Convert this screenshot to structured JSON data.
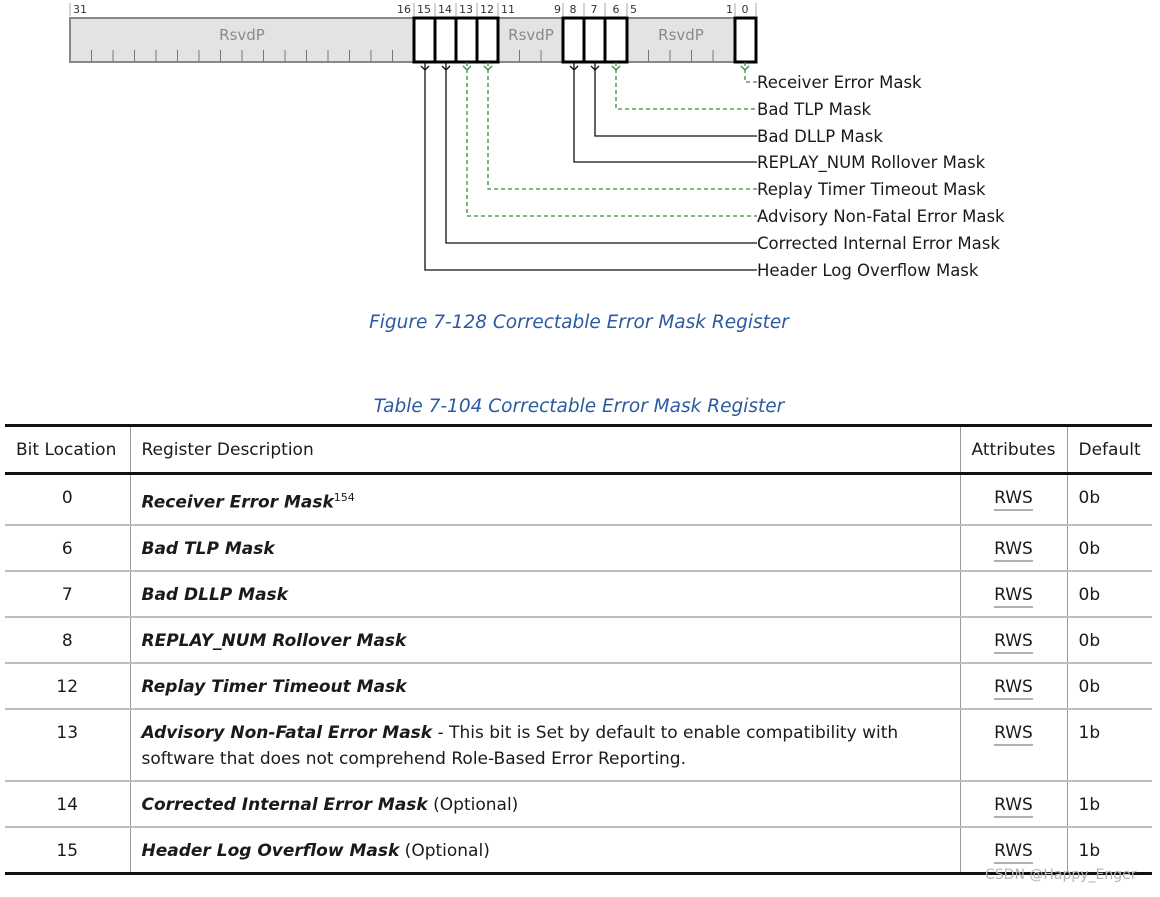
{
  "register": {
    "bit_numbers": [
      "31",
      "16",
      "15",
      "14",
      "13",
      "12",
      "11",
      "9",
      "8",
      "7",
      "6",
      "5",
      "1",
      "0"
    ],
    "reserved_label": "RsvdP",
    "field_labels": [
      "Receiver Error Mask",
      "Bad TLP Mask",
      "Bad DLLP Mask",
      "REPLAY_NUM Rollover Mask",
      "Replay Timer Timeout Mask",
      "Advisory Non-Fatal Error Mask",
      "Corrected Internal Error Mask",
      "Header Log Overflow Mask"
    ]
  },
  "figure_caption": "Figure  7-128  Correctable Error Mask Register",
  "table_caption": "Table  7-104  Correctable Error Mask Register",
  "table": {
    "headers": [
      "Bit Location",
      "Register Description",
      "Attributes",
      "Default"
    ],
    "rows": [
      {
        "bit": "0",
        "name": "Receiver Error Mask",
        "sup": "154",
        "desc": "",
        "attr": "RWS",
        "default": "0b"
      },
      {
        "bit": "6",
        "name": "Bad TLP Mask",
        "sup": "",
        "desc": "",
        "attr": "RWS",
        "default": "0b"
      },
      {
        "bit": "7",
        "name": "Bad DLLP Mask",
        "sup": "",
        "desc": "",
        "attr": "RWS",
        "default": "0b"
      },
      {
        "bit": "8",
        "name": "REPLAY_NUM Rollover Mask",
        "sup": "",
        "desc": "",
        "attr": "RWS",
        "default": "0b"
      },
      {
        "bit": "12",
        "name": "Replay Timer Timeout Mask",
        "sup": "",
        "desc": "",
        "attr": "RWS",
        "default": "0b"
      },
      {
        "bit": "13",
        "name": "Advisory Non-Fatal Error Mask",
        "sup": "",
        "desc": " - This bit is Set by default to enable compatibility with software that does not comprehend Role-Based Error Reporting.",
        "attr": "RWS",
        "default": "1b"
      },
      {
        "bit": "14",
        "name": "Corrected Internal Error Mask",
        "sup": "",
        "desc": " (Optional)",
        "attr": "RWS",
        "default": "1b"
      },
      {
        "bit": "15",
        "name": "Header Log Overflow Mask",
        "sup": "",
        "desc": " (Optional)",
        "attr": "RWS",
        "default": "1b"
      }
    ]
  },
  "watermark": "CSDN @Happy_Enger",
  "colors": {
    "caption": "#2c5aa0",
    "green_leader": "#3a8a3a",
    "reserved_fill": "#e3e3e3"
  }
}
